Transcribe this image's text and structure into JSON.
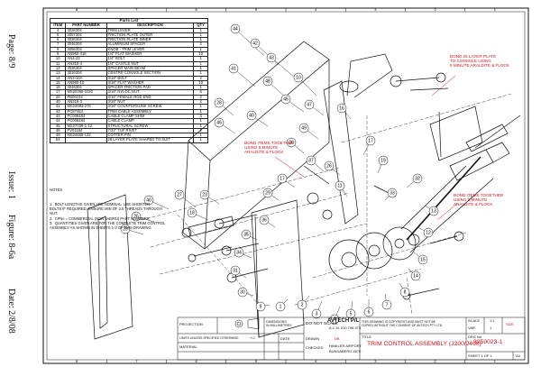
{
  "sidebar": {
    "page_label": "Page: 8/9",
    "issue_label": "Issue: 1",
    "figure_label": "Figure: 8-6a",
    "date_label": "Date: 2/8/08"
  },
  "grid_numbers": [
    "8",
    "7",
    "6",
    "5",
    "4",
    "3",
    "2",
    "1"
  ],
  "parts_list": {
    "title": "Parts List",
    "headers": [
      "ITEM",
      "PART NUMBER",
      "DESCRIPTION",
      "QTY"
    ],
    "rows": [
      [
        "4",
        "3026304",
        "TRIM LEVER",
        "1"
      ],
      [
        "5",
        "3057304",
        "FRICTION PLATE OUTER",
        "1"
      ],
      [
        "6",
        "3036304",
        "FRICTION PLATE INNER",
        "1"
      ],
      [
        "7",
        "3046304",
        "ALUMINIUM SPACER",
        "2"
      ],
      [
        "9",
        "3056304",
        "KNOB - TRIM LEVER",
        "1"
      ],
      [
        "9",
        "AN960-416",
        "1/4\" FLAT WASHER",
        "10"
      ],
      [
        "10",
        "AN4-23",
        "1/4\" BOLT",
        "1"
      ],
      [
        "11",
        "AN310-4",
        "1/4\" CASTLE NUT",
        "1"
      ],
      [
        "12",
        "3036304",
        "SPACER MAIN BEAM",
        "1"
      ],
      [
        "13",
        "3016304",
        "CENTRE CONSOLE SECTION",
        "1"
      ],
      [
        "14",
        "AN3-10A",
        "3/16\" BOLT",
        "2"
      ],
      [
        "15",
        "AN960-10",
        "3/16\" FLAT WASHER",
        "10"
      ],
      [
        "16",
        "3046304",
        "SPACER FRICTION PAD",
        "1"
      ],
      [
        "17",
        "MS20365-1032",
        "3/16\" NYLOC NUT",
        "6"
      ],
      [
        "26",
        "PB06104",
        "3/16\" FEMALE ROD END",
        "2"
      ],
      [
        "40",
        "AN316-3",
        "3/16\" NUT",
        "2"
      ],
      [
        "41",
        "MS24693-276",
        "3/16\" COUNTERSUNK SCREW",
        "1"
      ],
      [
        "42",
        "PC87484",
        "TRIM CABLE ASSEMBLY",
        "1"
      ],
      [
        "43",
        "PC008484",
        "CABLE CLAMP SHIM",
        "3"
      ],
      [
        "44",
        "PC008484",
        "CABLE CLAMP",
        "1"
      ],
      [
        "45",
        "MS27039-1-12",
        "STRUCTURAL SCREW",
        "1"
      ],
      [
        "46",
        "PV01184",
        "7/32\" TUF RIVET",
        "2"
      ],
      [
        "49",
        "MS24665-132",
        "COTTER PIN",
        "1"
      ],
      [
        "54",
        "",
        "26 LAYER PLATE SHAPED TO SUIT",
        "1"
      ]
    ]
  },
  "notes": {
    "heading": "NOTES",
    "lines": [
      "1.  BOLT LENGTHS GIVEN ARE NOMINAL. USE SHORTER",
      "BOLTS IF REQUIRED. ENSURE MIN OF 2.5 THREADS THROUGH",
      "NUT.",
      "2.  CPNs = COMMERCIAL (NON JABIRU) PART NUMBERS",
      "3.  QUANTITIES GIVEN ARE FOR THE COMPLETE TRIM CONTROL",
      "ASSEMBLY AS SHOWN IN SHEETS 1-3 OF THIS DRAWING"
    ]
  },
  "callouts": {
    "right_top": "BOND 26 LAYER PLATE\nTO CONSOLE USING\n5 MINUTE ARALDITE & FLOCK",
    "left_mid": "BOND ITEMS TOGETHER\nUSING 5 MINUTE\nARALDITE & FLOCK",
    "right_low": "BOND ITEMS TOGETHER\nUSING 5 MINUTE\nARALDITE & FLOCK"
  },
  "balloons": [
    "44",
    "42",
    "43",
    "41",
    "48",
    "10",
    "45",
    "47",
    "49",
    "28",
    "46",
    "40",
    "38",
    "37",
    "26",
    "17",
    "29",
    "16",
    "11",
    "36",
    "35",
    "34",
    "31",
    "30",
    "9",
    "1",
    "2",
    "3",
    "4",
    "5",
    "6",
    "7",
    "8",
    "14",
    "15",
    "12",
    "13",
    "33",
    "32",
    "27",
    "40",
    "26",
    "29",
    "18",
    "23",
    "17",
    "19"
  ],
  "title_block": {
    "projection": "PROJECTION",
    "dimensions": "DIMENSIONS\nIN MILLIMETRES",
    "do_not_scale": "DO NOT SCALE",
    "tolerances": "LIMITS UNLESS SPECIFIED OTHERWISE",
    "tolerance_value": "+/-1",
    "material_label": "MATERIAL",
    "drawn_label": "DRAWN",
    "drawn_value": "DB",
    "checked_label": "CHECKED",
    "company": "AVTECH P/L",
    "acn": "A.C.N. 010 796 573",
    "address1": "HINKLER AIRPORT",
    "address2": "BUNDABERG 4670",
    "copyright": "THIS DRAWING IS COPYRIGHT AND MUST NOT BE\nCOPIED WITHOUT THE CONSENT OF AVTECH PTY LTD",
    "title_label": "TITLE",
    "title": "TRIM CONTROL ASSEMBLY (J200/J400)",
    "scale_label": "SCALE",
    "scale_value": "1:1",
    "var_label": "VAR",
    "size_value": "1",
    "size_label": "SIZE",
    "drawing_no_label": "DRG No",
    "drawing_no": "3250023-1",
    "sheet": "SHEET 1 OF 1",
    "sheet_size": "A3",
    "date_label": "DATE"
  },
  "colors": {
    "red": "#d0121b",
    "line": "#111111"
  }
}
